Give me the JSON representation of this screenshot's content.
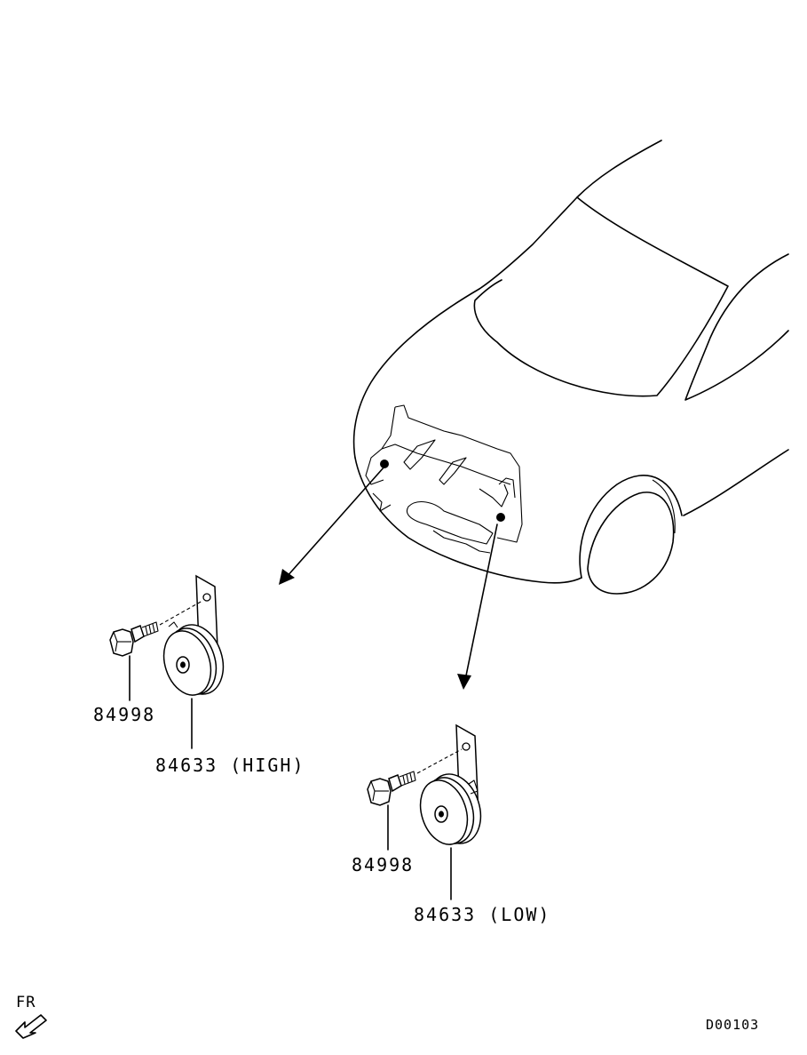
{
  "labels": {
    "bolt_high": "84998",
    "horn_high": "84633 (HIGH)",
    "bolt_low": "84998",
    "horn_low": "84633 (LOW)",
    "direction": "FR",
    "diagram_code": "D00103"
  },
  "icons": [
    "vehicle-front-outline",
    "horn-high-icon",
    "horn-low-icon",
    "bolt-icon",
    "front-direction-arrow-icon"
  ]
}
